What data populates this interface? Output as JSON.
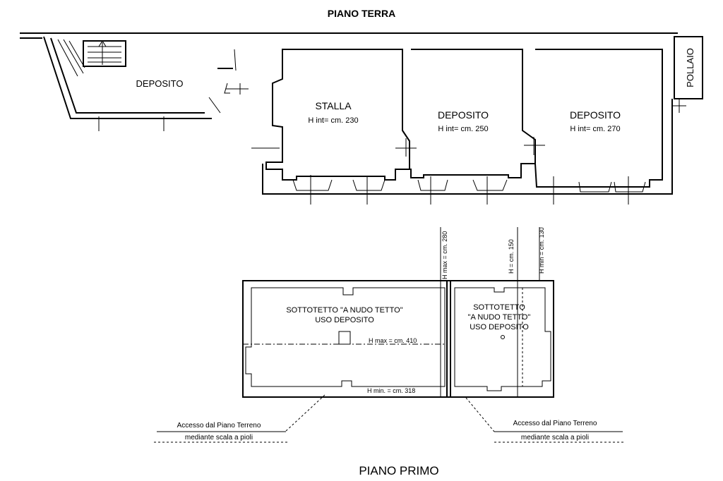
{
  "ground_floor": {
    "title": "PIANO TERRA",
    "rooms": [
      {
        "name": "DEPOSITO",
        "height": ""
      },
      {
        "name": "STALLA",
        "height": "H int= cm. 230"
      },
      {
        "name": "DEPOSITO",
        "height": "H int= cm. 250"
      },
      {
        "name": "DEPOSITO",
        "height": "H int= cm. 270"
      },
      {
        "name": "POLLAIO",
        "height": ""
      }
    ]
  },
  "first_floor": {
    "title": "PIANO PRIMO",
    "room_left": {
      "line1": "SOTTOTETTO \"A NUDO TETTO\"",
      "line2": "USO DEPOSITO"
    },
    "room_right": {
      "line1": "SOTTOTETTO",
      "line2": "\"A NUDO TETTO\"",
      "line3": "USO DEPOSITO"
    },
    "dimensions": {
      "hmax_410": "H max = cm. 410",
      "hmin_318": "H min. = cm. 318",
      "hmax_280": "H max = cm. 280",
      "h_150": "H = cm. 150",
      "hmin_130": "H min = cm. 130"
    },
    "access_notes": [
      {
        "line1": "Accesso dal Piano Terreno",
        "line2": "mediante scala a pioli"
      },
      {
        "line1": "Accesso dal Piano Terreno",
        "line2": "mediante scala a pioli"
      }
    ]
  }
}
